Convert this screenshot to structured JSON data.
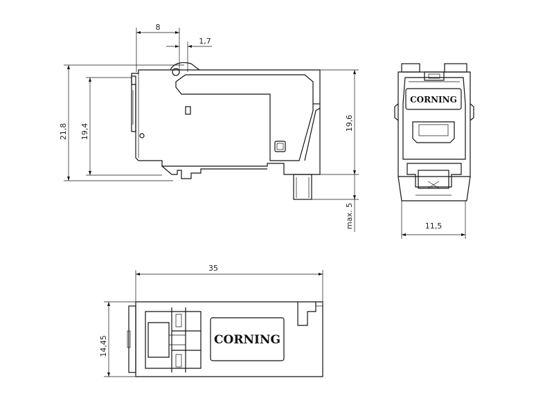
{
  "dimensions": {
    "top_width": "8",
    "top_small": "1,7",
    "left_outer": "21,8",
    "left_inner": "19,4",
    "right_height": "19,6",
    "right_max": "max. 5",
    "front_width": "11,5",
    "bottom_length": "35",
    "bottom_height": "14,45"
  },
  "branding": {
    "logo_front": "CORNING",
    "logo_bottom": "CORNING"
  }
}
